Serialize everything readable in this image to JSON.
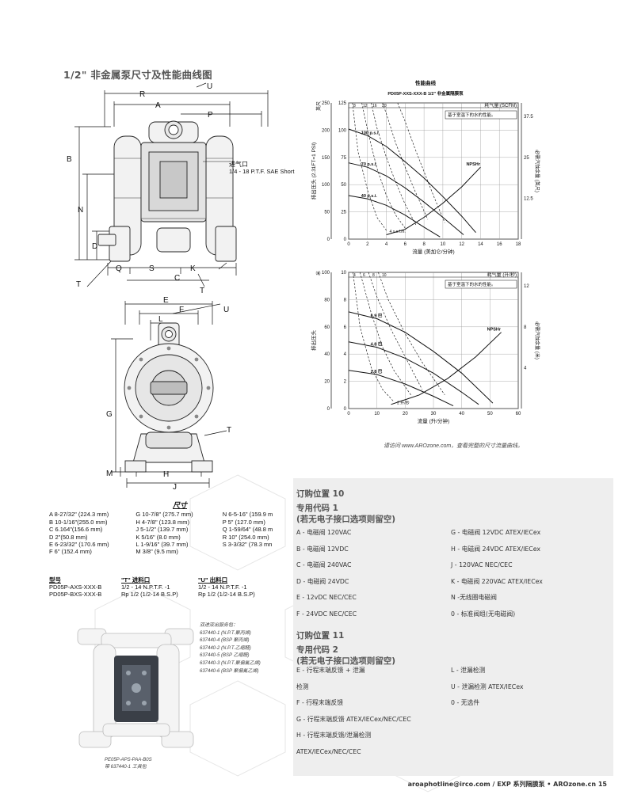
{
  "page": {
    "title": "1/2\" 非金属泵尺寸及性能曲线图",
    "footer": "aroaphotline@irco.com / EXP 系列隔膜泵 • AROzone.cn   15"
  },
  "drawing_labels": {
    "R": "R",
    "A": "A",
    "U": "U",
    "P": "P",
    "B": "B",
    "N": "N",
    "D": "D",
    "T": "T",
    "Q": "Q",
    "S": "S",
    "C": "C",
    "K": "K",
    "E": "E",
    "F": "F",
    "L": "L",
    "G": "G",
    "M": "M",
    "H": "H",
    "J": "J",
    "inlet_title": "进气口",
    "inlet_spec": "1/4 - 18 P.T.F. SAE Short"
  },
  "dimensions": {
    "heading": "尺寸",
    "rows": [
      [
        "A  8-27/32\" (224.3 mm)",
        "G  10-7/8\" (275.7 mm)",
        "N  6-5-16\" (159.9 m"
      ],
      [
        "B  10-1/16\"(255.0 mm)",
        "H  4-7/8\" (123.8 mm)",
        "P  5\" (127.0 mm)"
      ],
      [
        "C  6.164\"(156.6 mm)",
        "J  5-1/2\" (139.7 mm)",
        "Q  1-59/64\" (48.8 m"
      ],
      [
        "D  2\"(50.8 mm)",
        "K  5/16\" (8.0 mm)",
        "R  10\" (254.0 mm)"
      ],
      [
        "E  6-23/32\" (170.6 mm)",
        "L  1-9/16\" (39.7 mm)",
        "S  3-3/32\" (78.3 mn"
      ],
      [
        "F  6\" (152.4 mm)",
        "M  3/8\" (9.5 mm)",
        ""
      ]
    ]
  },
  "ports": {
    "h_model": "型号",
    "h_inlet": "\"T\" 进料口",
    "h_outlet": "\"U\" 出料口",
    "rows": [
      [
        "PD05P-AXS-XXX-B",
        "1/2 - 14 N.P.T.F. -1",
        "1/2 - 14 N.P.T.F. -1"
      ],
      [
        "PD05P-BXS-XXX-B",
        "Rp 1/2 (1/2-14 B.S.P)",
        "Rp 1/2 (1/2-14 B.S.P)"
      ]
    ]
  },
  "service_kits": {
    "title": "双进双出服务包：",
    "items": [
      "637440-1 (N.P.T.聚丙烯)",
      "637440-4 (BSP  聚丙烯)",
      "637440-2 (N.P.T.乙缩醛)",
      "637440-5 (BSP 乙缩醛)",
      "637440-3 (N.P.T.聚偏氟乙烯)",
      "637440-6 (BSP  聚偏氟乙烯)"
    ]
  },
  "photo_caption": [
    "PE05P-APS-PAA-B0S",
    "带 637440-1 工具包"
  ],
  "chart_visit_note": "请访问 www.AROzone.com，查看完整的尺寸流量曲线。",
  "chart_data": [
    {
      "type": "line",
      "title": "性能曲线",
      "subtitle": "PD05P-XXS-XXX-B 1/2\" 非金属隔膜泵",
      "xlabel": "流量 (美加仑/分钟)",
      "ylabel": "排出压头 (2.31FT=1 PSI)",
      "ylabel_left": "英尺",
      "y2label": "必需汽蚀余量 (英尺)",
      "top_label": "耗气量 (SCFM)",
      "legend_note": "基于室温下的水的性能。",
      "x_ticks": [
        "0",
        "2",
        "4",
        "6",
        "8",
        "10",
        "12",
        "14",
        "16",
        "18"
      ],
      "y_ticks_psi": [
        "0",
        "25",
        "50",
        "75",
        "100",
        "125"
      ],
      "y_ticks_ft": [
        "0",
        "50",
        "100",
        "150",
        "200",
        "250"
      ],
      "y2_ticks": [
        "12.5",
        "25",
        "37.5"
      ],
      "air_ticks": [
        "8",
        "12",
        "16",
        "20"
      ],
      "xlim": [
        0,
        18
      ],
      "ylim": [
        0,
        125
      ],
      "series": [
        {
          "name": "100 p.s.i.",
          "x": [
            0,
            2,
            4,
            6,
            8,
            10,
            12,
            13.5
          ],
          "y": [
            101,
            95,
            85,
            71,
            56,
            39,
            21,
            6
          ]
        },
        {
          "name": "70 p.s.i.",
          "x": [
            0,
            2,
            4,
            6,
            8,
            10,
            12.2
          ],
          "y": [
            70,
            66,
            58,
            47,
            34,
            20,
            4
          ]
        },
        {
          "name": "40 p.s.i.",
          "x": [
            0,
            2,
            4,
            6,
            8,
            9.7
          ],
          "y": [
            40,
            37,
            31,
            22,
            11,
            2
          ]
        },
        {
          "name": "NPSHr",
          "x": [
            4,
            6,
            8,
            10,
            12,
            14
          ],
          "y": [
            4,
            9,
            20,
            33,
            48,
            66
          ]
        }
      ],
      "air_series": [
        {
          "name": "4 s.c.f.m.",
          "x": [
            0.4,
            1,
            2,
            3,
            4
          ],
          "y": [
            125,
            80,
            45,
            20,
            8
          ]
        },
        {
          "name": "8",
          "x": [
            1.4,
            2,
            3,
            4,
            5,
            6
          ],
          "y": [
            125,
            100,
            65,
            40,
            22,
            10
          ]
        },
        {
          "name": "12",
          "x": [
            2.4,
            3,
            4,
            5,
            6,
            7.2
          ],
          "y": [
            125,
            102,
            75,
            52,
            32,
            12
          ]
        },
        {
          "name": "16",
          "x": [
            3.6,
            4,
            5,
            6,
            7,
            8.4
          ],
          "y": [
            125,
            115,
            88,
            66,
            45,
            18
          ]
        },
        {
          "name": "20",
          "x": [
            5.2,
            6,
            7,
            8,
            9,
            10.2
          ],
          "y": [
            125,
            108,
            84,
            62,
            40,
            15
          ]
        }
      ]
    },
    {
      "type": "line",
      "xlabel": "流量 (升/分钟)",
      "ylabel": "排出压头",
      "ylabel_left": "米",
      "y2label": "必需汽蚀余量 (米)",
      "top_label": "耗气量 (升/秒)",
      "legend_note": "基于室温下的水的性能。",
      "x_ticks": [
        "0",
        "10",
        "20",
        "30",
        "40",
        "50",
        "60"
      ],
      "y_ticks_bar": [
        "0",
        "2",
        "4",
        "6",
        "8",
        "10"
      ],
      "y_ticks_m": [
        "0",
        "20",
        "40",
        "60",
        "80",
        "100"
      ],
      "y2_ticks": [
        "4",
        "8",
        "12"
      ],
      "air_ticks": [
        "4",
        "6",
        "8",
        "10"
      ],
      "xlim": [
        0,
        60
      ],
      "ylim": [
        0,
        100
      ],
      "series": [
        {
          "name": "6.9 巴",
          "x": [
            0,
            10,
            20,
            30,
            40,
            51
          ],
          "y": [
            71,
            66,
            56,
            42,
            26,
            4
          ]
        },
        {
          "name": "4.8 巴",
          "x": [
            0,
            10,
            20,
            30,
            40,
            46
          ],
          "y": [
            49,
            45,
            37,
            26,
            12,
            3
          ]
        },
        {
          "name": "2.8 巴",
          "x": [
            0,
            10,
            20,
            30,
            37
          ],
          "y": [
            28,
            25,
            18,
            9,
            2
          ]
        },
        {
          "name": "NPSHr",
          "x": [
            15,
            25,
            35,
            45,
            54
          ],
          "y": [
            3,
            10,
            22,
            38,
            56
          ]
        }
      ],
      "air_series": [
        {
          "name": "2 升/秒",
          "x": [
            1.5,
            4,
            8,
            12,
            16
          ],
          "y": [
            100,
            60,
            30,
            14,
            5
          ]
        },
        {
          "name": "4",
          "x": [
            4,
            8,
            12,
            16,
            22
          ],
          "y": [
            100,
            70,
            45,
            28,
            10
          ]
        },
        {
          "name": "6",
          "x": [
            7,
            10,
            15,
            20,
            26
          ],
          "y": [
            100,
            82,
            58,
            38,
            14
          ]
        },
        {
          "name": "8",
          "x": [
            10.5,
            14,
            20,
            26,
            34
          ],
          "y": [
            100,
            80,
            55,
            34,
            10
          ]
        }
      ]
    }
  ],
  "order10": {
    "title": "订购位置 10",
    "sub1": "专用代码 1",
    "sub2": "(若无电子接口选项则留空)",
    "left": [
      "A - 电磁阀 120VAC",
      "B - 电磁阀 12VDC",
      "C - 电磁阀 240VAC",
      "D - 电磁阀 24VDC",
      "E - 12vDC NEC/CEC",
      "F - 24VDC NEC/CEC"
    ],
    "right": [
      "G - 电磁阀 12VDC ATEX/IECex",
      "H - 电磁阀 24VDC ATEX/IECex",
      "J - 120VAC NEC/CEC",
      "K - 电磁阀 220VAC ATEX/IECex",
      "N -无线圈电磁阀",
      "0 - 标准阀组(无电磁阀)"
    ]
  },
  "order11": {
    "title": "订购位置 11",
    "sub1": "专用代码 2",
    "sub2": "(若无电子接口选项则留空)",
    "left": [
      "E - 行程末端反馈 + 泄漏",
      "    检测",
      "F - 行程末端反馈",
      "G - 行程末端反馈 ATEX/IECex/NEC/CEC",
      "H - 行程末端反馈/泄漏检测",
      "    ATEX/IECex/NEC/CEC"
    ],
    "right": [
      "L - 泄漏检测",
      "U - 泄漏检测 ATEX/IECex",
      "0 - 无选件"
    ]
  }
}
